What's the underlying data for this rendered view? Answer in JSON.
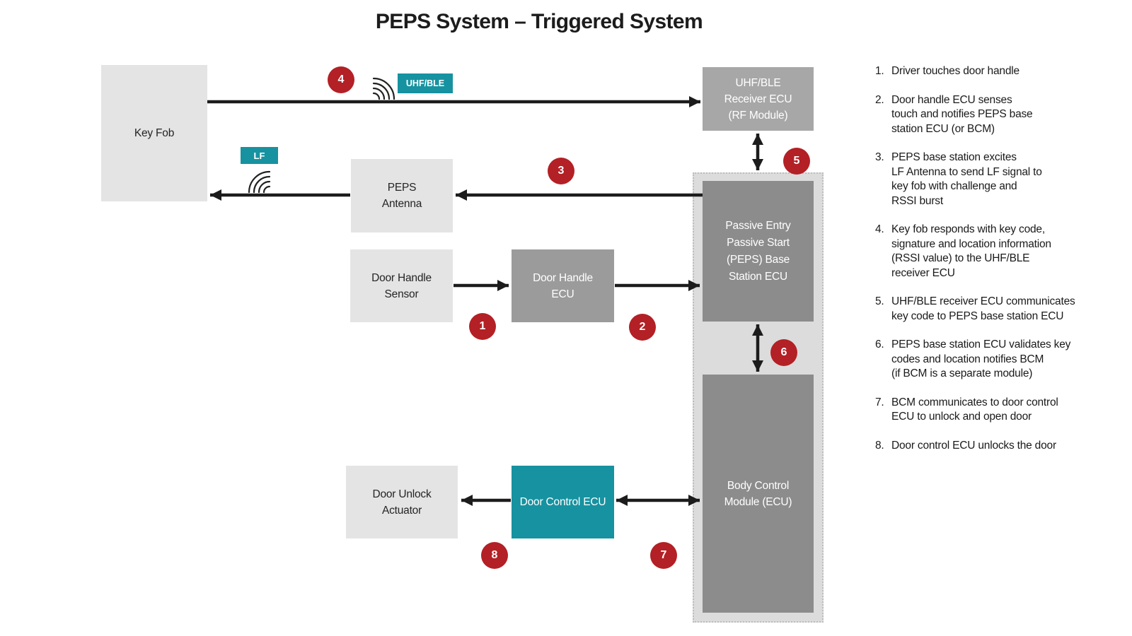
{
  "title": "PEPS System – Triggered System",
  "colors": {
    "teal": "#1792a0",
    "red": "#b32025",
    "dark_gray": "#8c8c8c",
    "mid_gray": "#a7a7a7",
    "light_gray": "#e4e4e4",
    "container_gray": "#dcdcdc",
    "line": "#1c1c1c"
  },
  "nodes": {
    "key_fob": "Key Fob",
    "uhf_receiver": "UHF/BLE\nReceiver ECU\n(RF Module)",
    "peps_antenna": "PEPS\nAntenna",
    "door_handle_sensor": "Door Handle\nSensor",
    "door_handle_ecu": "Door Handle\nECU",
    "peps_base_station": "Passive Entry\nPassive Start\n(PEPS) Base\nStation ECU",
    "body_control_module": "Body Control\nModule (ECU)",
    "door_unlock_actuator": "Door Unlock\nActuator",
    "door_control_ecu": "Door Control ECU"
  },
  "badges": {
    "uhf_ble": "UHF/BLE",
    "lf": "LF"
  },
  "markers": [
    "1",
    "2",
    "3",
    "4",
    "5",
    "6",
    "7",
    "8"
  ],
  "steps": [
    {
      "num": "1.",
      "text": "Driver touches door handle"
    },
    {
      "num": "2.",
      "text": "Door handle ECU senses\ntouch and notifies PEPS base\nstation ECU (or BCM)"
    },
    {
      "num": "3.",
      "text": "PEPS base station excites\nLF Antenna to send LF signal to\nkey fob with challenge and\nRSSI burst"
    },
    {
      "num": "4.",
      "text": "Key fob responds with key code,\nsignature and location information\n(RSSI value) to the UHF/BLE\nreceiver ECU"
    },
    {
      "num": "5.",
      "text": "UHF/BLE receiver ECU communicates\nkey code to PEPS base station ECU"
    },
    {
      "num": "6.",
      "text": "PEPS base station ECU validates key\ncodes and location notifies BCM\n(if BCM is a separate module)"
    },
    {
      "num": "7.",
      "text": "BCM communicates to door control\nECU to unlock and open door"
    },
    {
      "num": "8.",
      "text": "Door control ECU unlocks the door"
    }
  ]
}
